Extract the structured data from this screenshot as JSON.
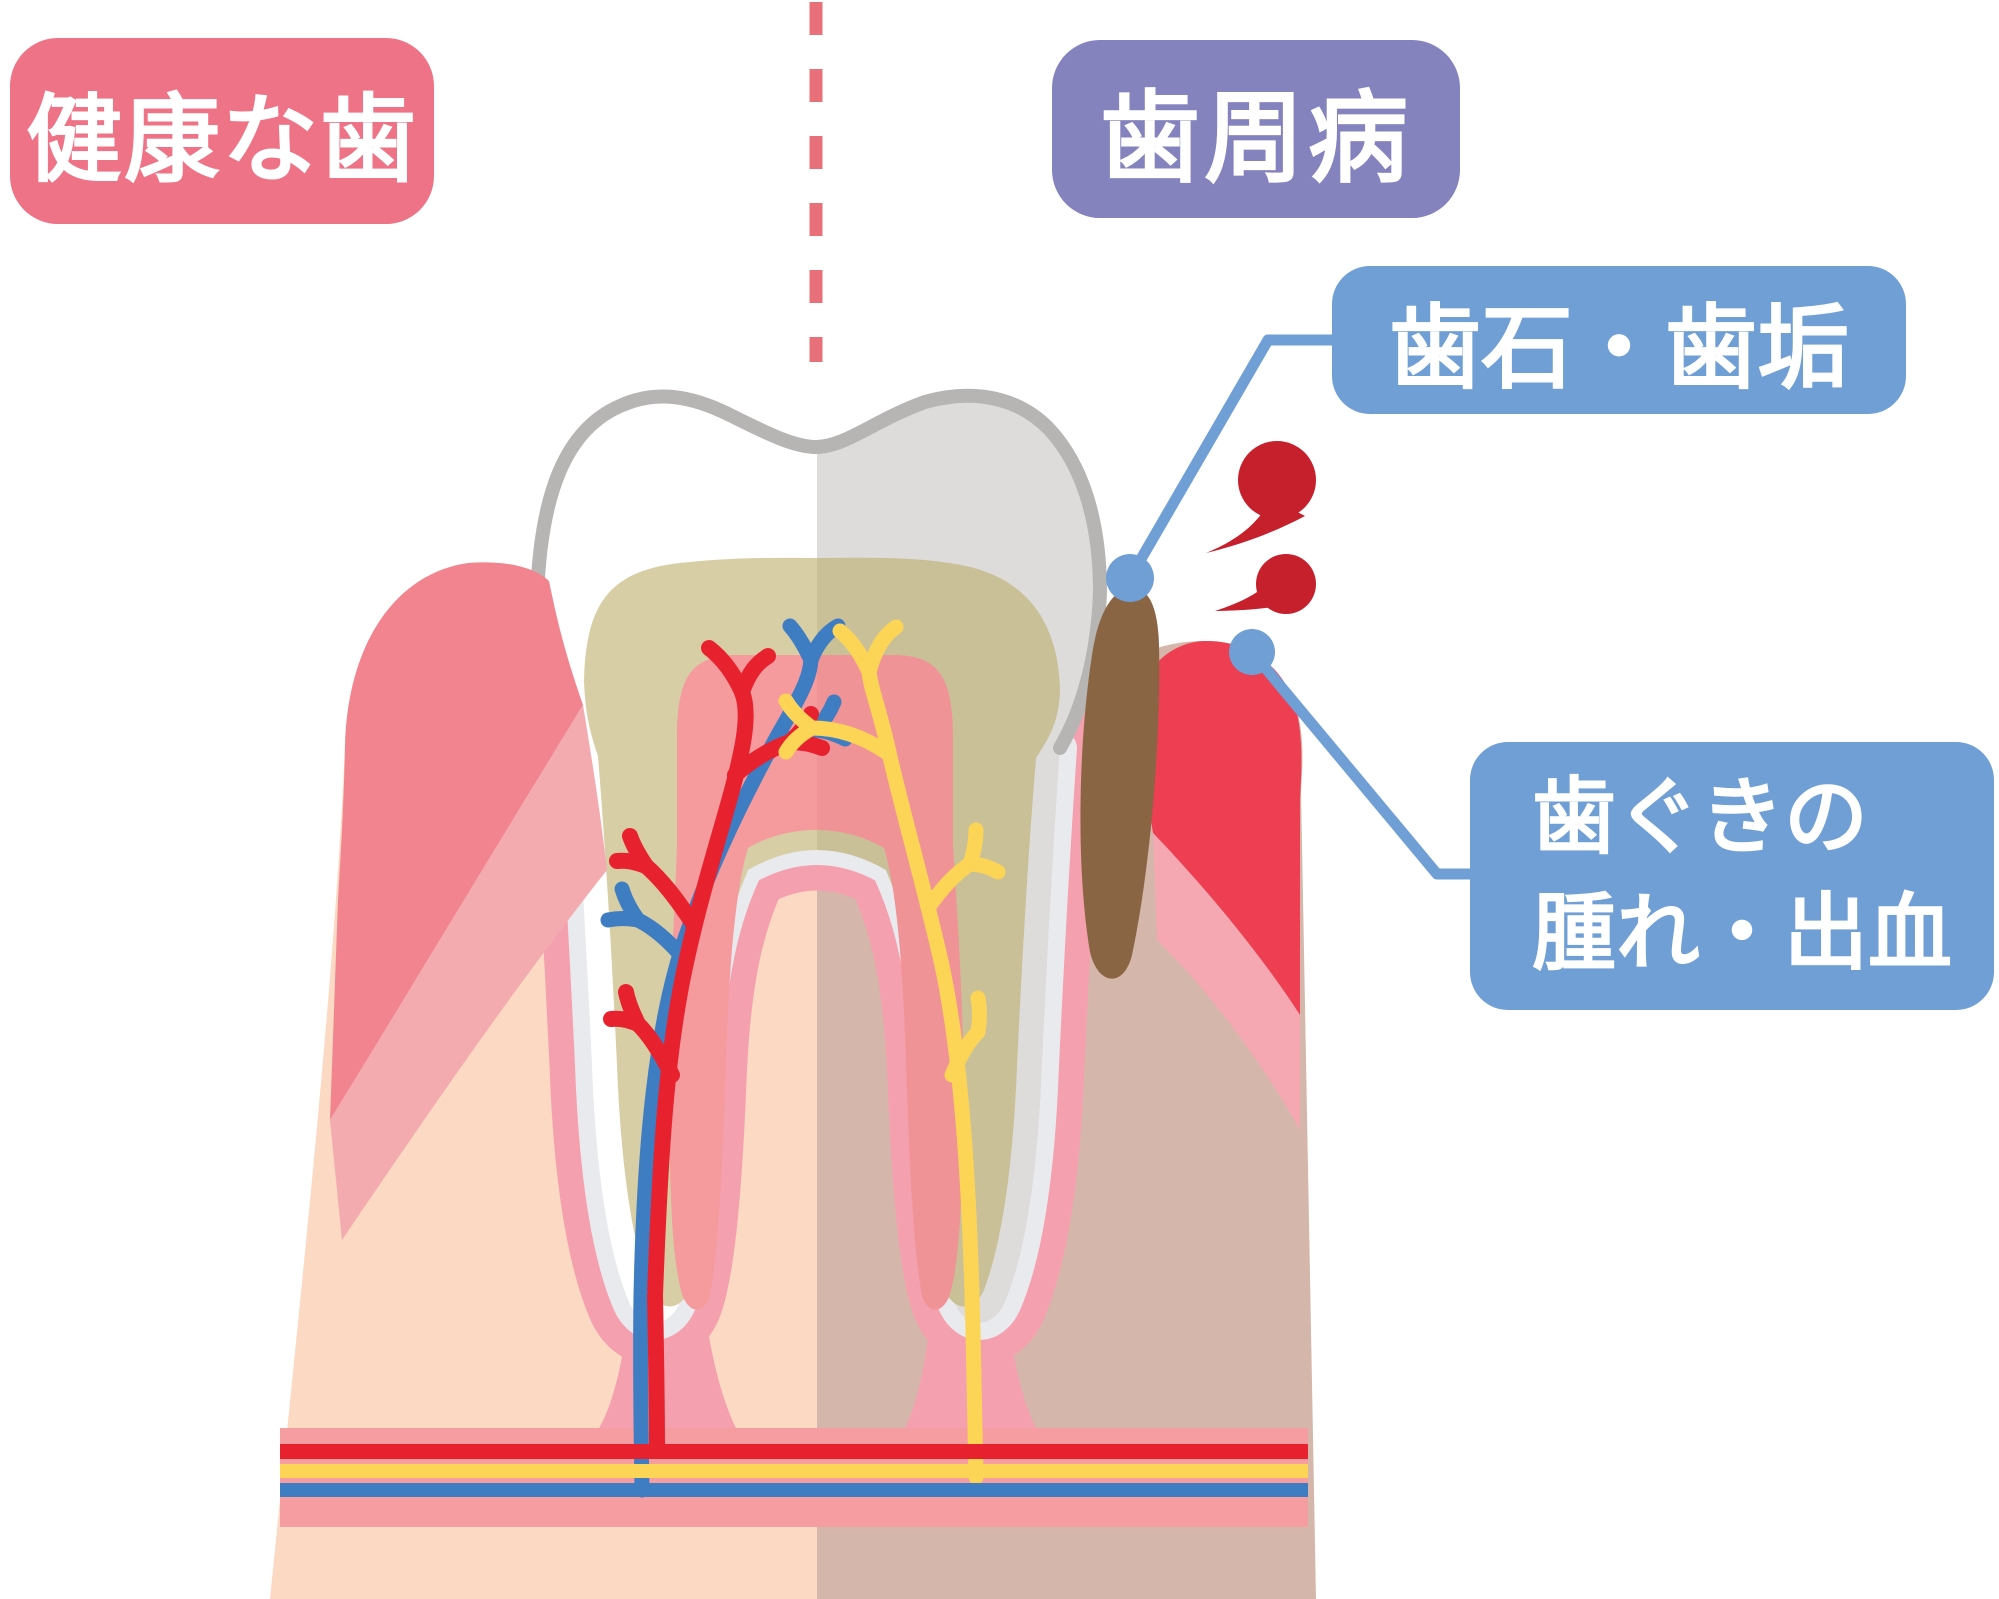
{
  "labels": {
    "healthy": "健康な歯",
    "disease": "歯周病",
    "tartar": "歯石・歯垢",
    "gum_line1": "歯ぐきの",
    "gum_line2": "腫れ・出血"
  },
  "colors": {
    "healthy_badge": "#ee7386",
    "disease_badge": "#8583bd",
    "callout_badge": "#6f9fd4",
    "divider_dash": "#e8707a",
    "enamel": "#ffffff",
    "enamel_shaded": "#dedcdb",
    "crown_outline": "#b7b5b4",
    "dentin": "#d7cea6",
    "dentin_shaded": "#c9c098",
    "pulp": "#f59a9d",
    "pulp_shaded": "#ef9396",
    "artery_red": "#e8212e",
    "vein_blue": "#3f7dc2",
    "nerve_yellow": "#fcd556",
    "healthy_gum_pink": "#f1848f",
    "gum_mid_pink": "#f3abb0",
    "ligament_pink": "#f4a0ae",
    "bone_peach": "#fbd9c3",
    "bone_tan": "#d5b6aa",
    "vessel_band_pink": "#f59da0",
    "inflamed_gum_red": "#ee3e52",
    "inflamed_gum_pink": "#f5a8b2",
    "tartar_brown": "#8a6544",
    "blood_drop_red": "#c5202c"
  }
}
